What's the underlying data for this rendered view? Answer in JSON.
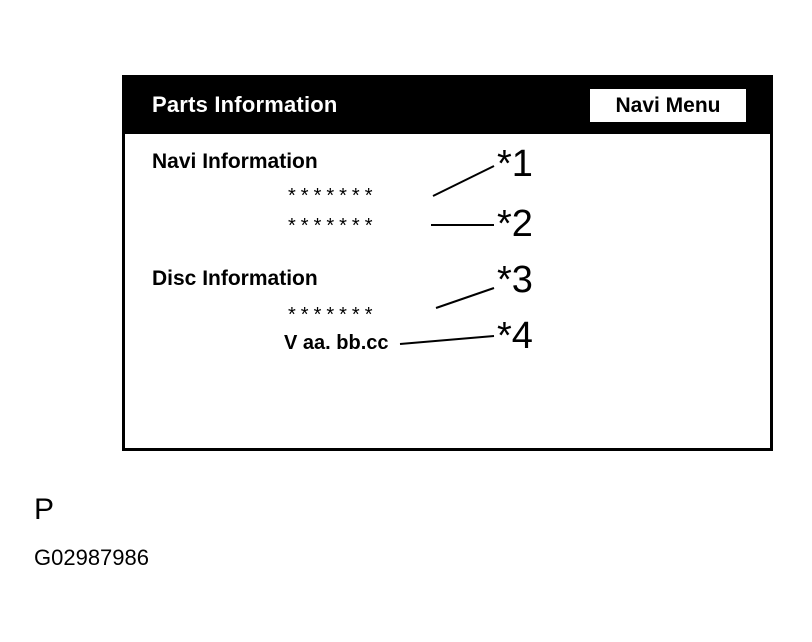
{
  "window": {
    "title": "Parts Information",
    "menu_button": "Navi Menu"
  },
  "navi_section": {
    "heading": "Navi Information",
    "value_1": "*******",
    "value_2": "*******"
  },
  "disc_section": {
    "heading": "Disc Information",
    "value_3": "*******",
    "version": "V aa. bb.cc"
  },
  "callouts": [
    "*1",
    "*2",
    "*3",
    "*4"
  ],
  "footer": {
    "letter": "P",
    "code": "G02987986"
  },
  "colors": {
    "frame": "#000000",
    "background": "#ffffff"
  }
}
